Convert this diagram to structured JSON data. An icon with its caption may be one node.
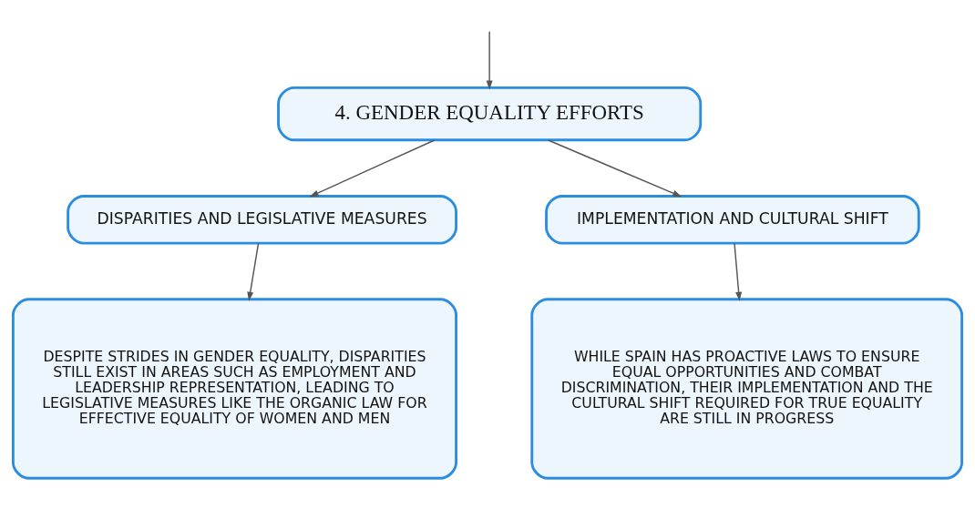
{
  "diagram": {
    "nodes": [
      {
        "text": [
          "4. GENDER EQUALITY EFFORTS"
        ]
      },
      {
        "text": [
          "DISPARITIES AND LEGISLATIVE MEASURES"
        ]
      },
      {
        "text": [
          "IMPLEMENTATION AND CULTURAL SHIFT"
        ]
      },
      {
        "text": [
          "DESPITE STRIDES IN GENDER EQUALITY, DISPARITIES STILL EXIST IN AREAS SUCH AS EMPLOYMENT AND LEADERSHIP REPRESENTATION, LEADING TO LEGISLATIVE MEASURES LIKE THE ORGANIC LAW FOR EFFECTIVE EQUALITY OF WOMEN AND MEN"
        ]
      },
      {
        "text": [
          "WHILE SPAIN HAS PROACTIVE LAWS TO ENSURE EQUAL OPPORTUNITIES AND COMBAT DISCRIMINATION, THEIR IMPLEMENTATION AND THE CULTURAL SHIFT REQUIRED FOR TRUE EQUALITY ARE STILL IN PROGRESS"
        ]
      }
    ],
    "edges": [
      {
        "from": null,
        "to": 0,
        "arrow": "to"
      },
      {
        "from": 0,
        "to": 1,
        "arrow": "to"
      },
      {
        "from": 0,
        "to": 2,
        "arrow": "to"
      },
      {
        "from": 1,
        "to": 3,
        "arrow": "to"
      },
      {
        "from": 2,
        "to": 4,
        "arrow": "to"
      }
    ]
  }
}
